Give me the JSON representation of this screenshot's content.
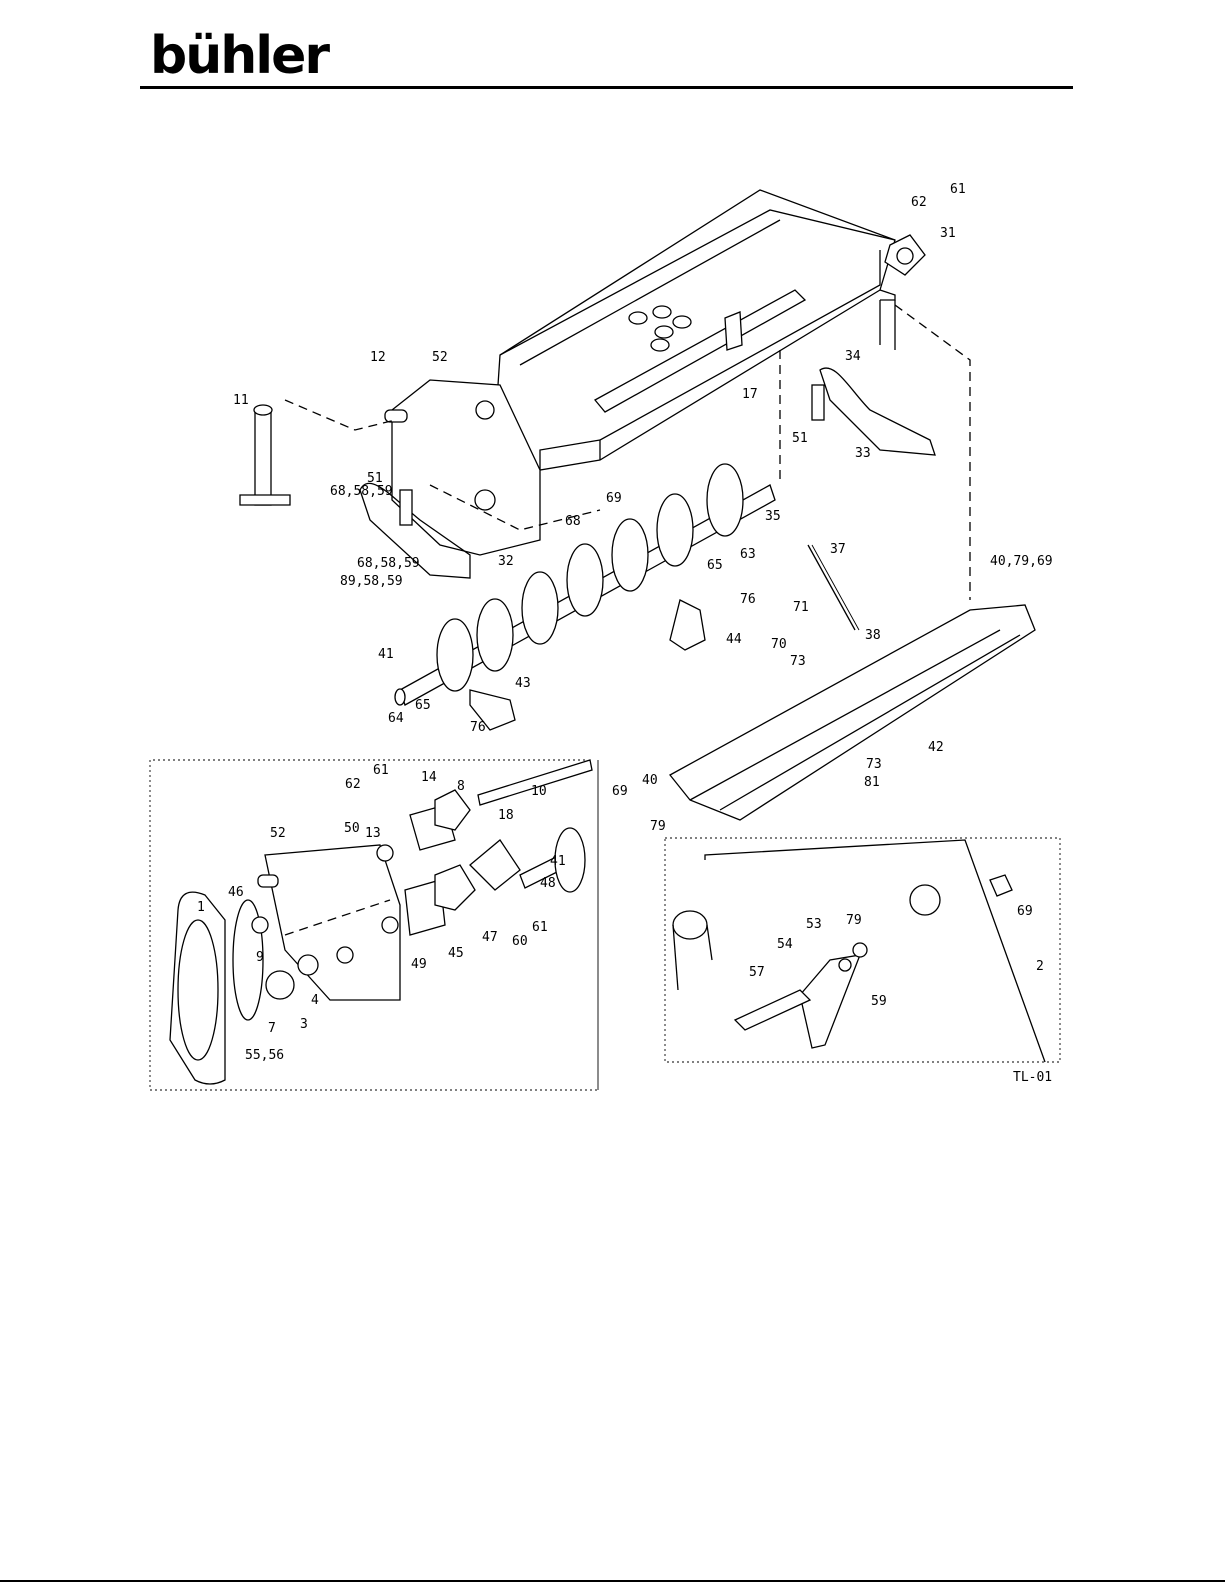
{
  "header": {
    "brand": "bühler"
  },
  "drawing_code": "TL-01",
  "callouts": {
    "main": [
      {
        "id": "c-61a",
        "text": "61"
      },
      {
        "id": "c-62a",
        "text": "62"
      },
      {
        "id": "c-31",
        "text": "31"
      },
      {
        "id": "c-34",
        "text": "34"
      },
      {
        "id": "c-17",
        "text": "17"
      },
      {
        "id": "c-52a",
        "text": "52"
      },
      {
        "id": "c-12",
        "text": "12"
      },
      {
        "id": "c-11",
        "text": "11"
      },
      {
        "id": "c-51a",
        "text": "51"
      },
      {
        "id": "c-68-58-59a",
        "text": "68,58,59"
      },
      {
        "id": "c-68-58-59b",
        "text": "68,58,59"
      },
      {
        "id": "c-89-58-59",
        "text": "89,58,59"
      },
      {
        "id": "c-32",
        "text": "32"
      },
      {
        "id": "c-69a",
        "text": "69"
      },
      {
        "id": "c-68",
        "text": "68"
      },
      {
        "id": "c-35",
        "text": "35"
      },
      {
        "id": "c-51b",
        "text": "51"
      },
      {
        "id": "c-33",
        "text": "33"
      },
      {
        "id": "c-37",
        "text": "37"
      },
      {
        "id": "c-40-79-69",
        "text": "40,79,69"
      },
      {
        "id": "c-65a",
        "text": "65"
      },
      {
        "id": "c-63",
        "text": "63"
      },
      {
        "id": "c-76a",
        "text": "76"
      },
      {
        "id": "c-44",
        "text": "44"
      },
      {
        "id": "c-71",
        "text": "71"
      },
      {
        "id": "c-70",
        "text": "70"
      },
      {
        "id": "c-73a",
        "text": "73"
      },
      {
        "id": "c-38",
        "text": "38"
      },
      {
        "id": "c-41a",
        "text": "41"
      },
      {
        "id": "c-43",
        "text": "43"
      },
      {
        "id": "c-65b",
        "text": "65"
      },
      {
        "id": "c-64",
        "text": "64"
      },
      {
        "id": "c-76b",
        "text": "76"
      },
      {
        "id": "c-42",
        "text": "42"
      },
      {
        "id": "c-73b",
        "text": "73"
      },
      {
        "id": "c-81",
        "text": "81"
      },
      {
        "id": "c-69b",
        "text": "69"
      },
      {
        "id": "c-40",
        "text": "40"
      },
      {
        "id": "c-79a",
        "text": "79"
      }
    ],
    "inset_left": [
      {
        "id": "c-61b",
        "text": "61"
      },
      {
        "id": "c-14",
        "text": "14"
      },
      {
        "id": "c-8",
        "text": "8"
      },
      {
        "id": "c-62b",
        "text": "62"
      },
      {
        "id": "c-13",
        "text": "13"
      },
      {
        "id": "c-18",
        "text": "18"
      },
      {
        "id": "c-10",
        "text": "10"
      },
      {
        "id": "c-52b",
        "text": "52"
      },
      {
        "id": "c-50",
        "text": "50"
      },
      {
        "id": "c-48",
        "text": "48"
      },
      {
        "id": "c-41b",
        "text": "41"
      },
      {
        "id": "c-1",
        "text": "1"
      },
      {
        "id": "c-46",
        "text": "46"
      },
      {
        "id": "c-47",
        "text": "47"
      },
      {
        "id": "c-61c",
        "text": "61"
      },
      {
        "id": "c-60",
        "text": "60"
      },
      {
        "id": "c-9",
        "text": "9"
      },
      {
        "id": "c-45",
        "text": "45"
      },
      {
        "id": "c-49",
        "text": "49"
      },
      {
        "id": "c-4",
        "text": "4"
      },
      {
        "id": "c-3",
        "text": "3"
      },
      {
        "id": "c-7",
        "text": "7"
      },
      {
        "id": "c-55-56",
        "text": "55,56"
      }
    ],
    "inset_right": [
      {
        "id": "c-69c",
        "text": "69"
      },
      {
        "id": "c-79b",
        "text": "79"
      },
      {
        "id": "c-53",
        "text": "53"
      },
      {
        "id": "c-54",
        "text": "54"
      },
      {
        "id": "c-2",
        "text": "2"
      },
      {
        "id": "c-57",
        "text": "57"
      },
      {
        "id": "c-59",
        "text": "59"
      }
    ]
  }
}
